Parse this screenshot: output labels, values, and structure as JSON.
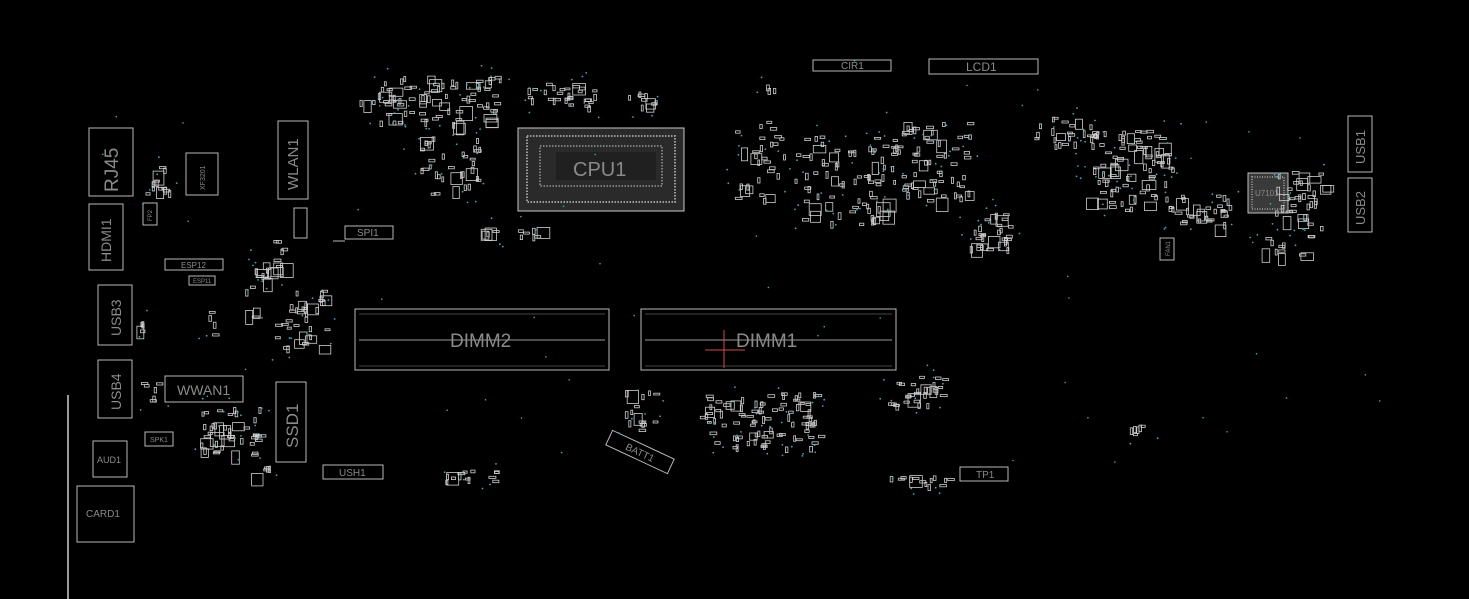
{
  "labels": {
    "rj45": "RJ45",
    "xf3201": "XF3201",
    "wlan1": "WLAN1",
    "hdmi1": "HDMI1",
    "fp2": "FP2",
    "esp12": "ESP12",
    "esp11": "ESP11",
    "usb3": "USB3",
    "usb4": "USB4",
    "wwan1": "WWAN1",
    "spk1": "SPK1",
    "aud1": "AUD1",
    "card1": "CARD1",
    "ssd1": "SSD1",
    "ush1": "USH1",
    "cpu1": "CPU1",
    "spi1": "SPI1",
    "dimm2": "DIMM2",
    "dimm1": "DIMM1",
    "batt1": "BATT1",
    "cir1": "CIR1",
    "lcd1": "LCD1",
    "tp1": "TP1",
    "usb1": "USB1",
    "usb2": "USB2",
    "fan1": "FAN1",
    "u7101": "U7101"
  },
  "colors": {
    "background": "#000000",
    "outline": "#b9b9b9",
    "label": "#8a8a8a",
    "via": "#3fa7b8"
  }
}
